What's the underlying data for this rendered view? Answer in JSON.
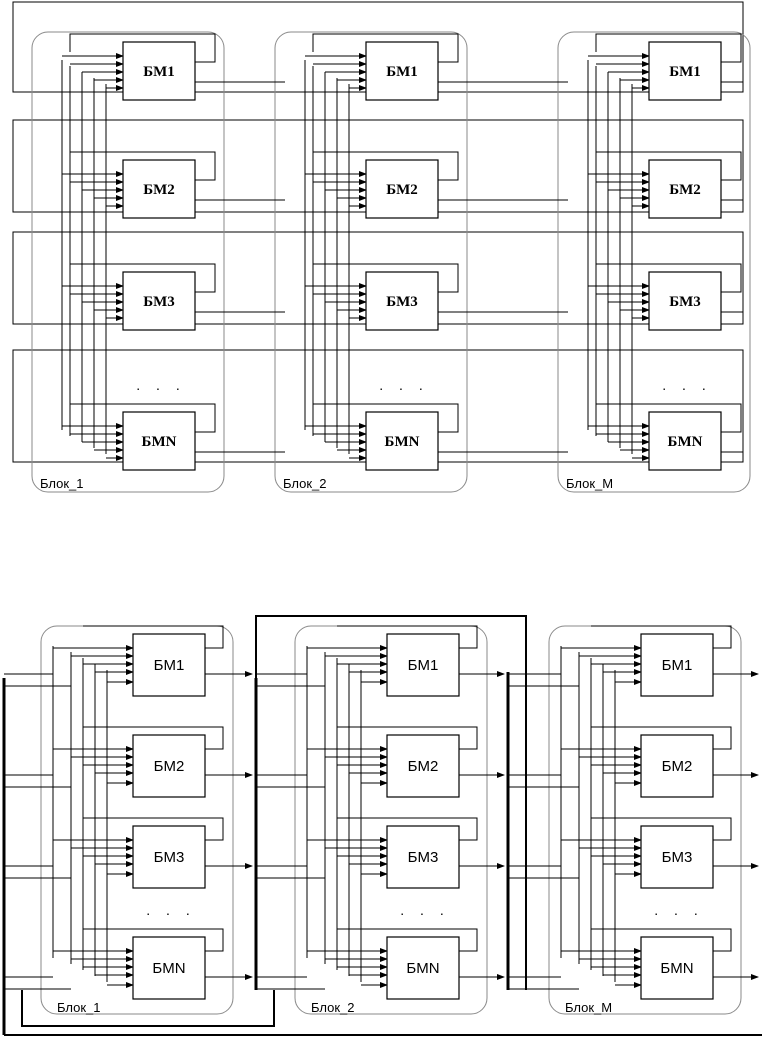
{
  "diagram_top": {
    "blocks": [
      {
        "label": "Блок_1",
        "modules": [
          "БМ1",
          "БМ2",
          "БМ3",
          "БМN"
        ],
        "ellipsis": ". . ."
      },
      {
        "label": "Блок_2",
        "modules": [
          "БМ1",
          "БМ2",
          "БМ3",
          "БМN"
        ],
        "ellipsis": ". . ."
      },
      {
        "label": "Блок_M",
        "modules": [
          "БМ1",
          "БМ2",
          "БМ3",
          "БМN"
        ],
        "ellipsis": ". . ."
      }
    ]
  },
  "diagram_bottom": {
    "blocks": [
      {
        "label": "Блок_1",
        "modules": [
          "БМ1",
          "БМ2",
          "БМ3",
          "БМN"
        ],
        "ellipsis": ". . ."
      },
      {
        "label": "Блок_2",
        "modules": [
          "БМ1",
          "БМ2",
          "БМ3",
          "БМN"
        ],
        "ellipsis": ". . ."
      },
      {
        "label": "Блок_M",
        "modules": [
          "БМ1",
          "БМ2",
          "БМ3",
          "БМN"
        ],
        "ellipsis": ". . ."
      }
    ]
  },
  "colors": {
    "line": "#000000",
    "frame": "#8a8a8a",
    "background": "#ffffff"
  }
}
